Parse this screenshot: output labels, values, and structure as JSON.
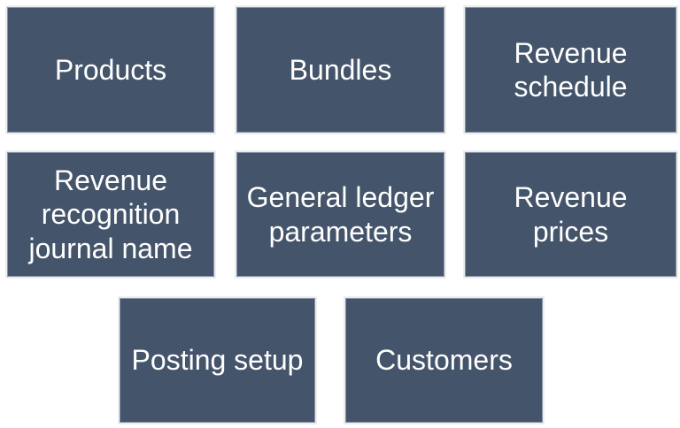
{
  "diagram": {
    "type": "setup-components-grid",
    "colors": {
      "background": "#FFFFFF",
      "shape_fill": "#44546A",
      "shape_text": "#FFFFFF",
      "shape_border_outer": "#ECEDEF",
      "shape_border_inner": "#8A92A4"
    },
    "shapes": [
      {
        "id": "products",
        "label": "Products"
      },
      {
        "id": "bundles",
        "label": "Bundles"
      },
      {
        "id": "revenue-schedule",
        "label": "Revenue\nschedule"
      },
      {
        "id": "revenue-recognition-journal-name",
        "label": "Revenue\nrecognition\njournal name"
      },
      {
        "id": "general-ledger-parameters",
        "label": "General ledger\nparameters"
      },
      {
        "id": "revenue-prices",
        "label": "Revenue\nprices"
      },
      {
        "id": "posting-setup",
        "label": "Posting setup"
      },
      {
        "id": "customers",
        "label": "Customers"
      }
    ]
  }
}
